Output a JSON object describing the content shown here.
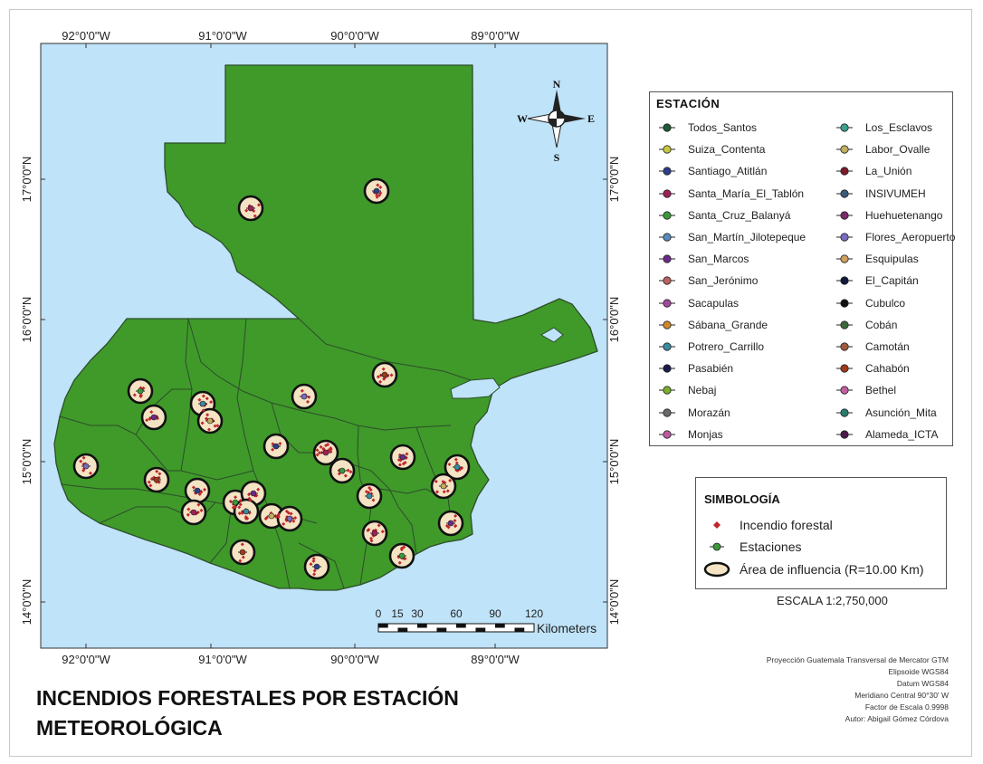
{
  "map": {
    "grid_top_labels": [
      "92°0'0\"W",
      "91°0'0\"W",
      "90°0'0\"W",
      "89°0'0\"W"
    ],
    "grid_bottom_labels": [
      "92°0'0\"W",
      "91°0'0\"W",
      "90°0'0\"W",
      "89°0'0\"W"
    ],
    "grid_left_labels": [
      "17°0'0\"N",
      "16°0'0\"N",
      "15°0'0\"N",
      "14°0'0\"N"
    ],
    "grid_right_labels": [
      "17°0'0\"N",
      "16°0'0\"N",
      "15°0'0\"N",
      "14°0'0\"N"
    ],
    "north_arrow": {
      "n": "N",
      "s": "S",
      "e": "E",
      "w": "W"
    },
    "scalebar": {
      "ticks": [
        "0",
        "15",
        "30",
        "60",
        "90",
        "120"
      ],
      "unit": "Kilometers"
    },
    "colors": {
      "ocean": "#bfe3f8",
      "land": "#3f9a2a",
      "border": "#2e4d2a",
      "buffer_fill": "#f4e4c4",
      "fire": "#c0262e"
    }
  },
  "legend": {
    "title": "ESTACIÓN",
    "left": [
      {
        "label": "Todos_Santos",
        "color": "#1f5a3a"
      },
      {
        "label": "Suiza_Contenta",
        "color": "#c8c83a"
      },
      {
        "label": "Santiago_Atitlán",
        "color": "#2c3e8a"
      },
      {
        "label": "Santa_María_El_Tablón",
        "color": "#a0205a"
      },
      {
        "label": "Santa_Cruz_Balanyá",
        "color": "#3a9a3a"
      },
      {
        "label": "San_Martín_Jilotepeque",
        "color": "#5a8ac0"
      },
      {
        "label": "San_Marcos",
        "color": "#6a2a8a"
      },
      {
        "label": "San_Jerónimo",
        "color": "#c06060"
      },
      {
        "label": "Sacapulas",
        "color": "#a04aa0"
      },
      {
        "label": "Sábana_Grande",
        "color": "#d08a2a"
      },
      {
        "label": "Potrero_Carrillo",
        "color": "#3a8aa0"
      },
      {
        "label": "Pasabién",
        "color": "#1a1a4a"
      },
      {
        "label": "Nebaj",
        "color": "#7ab02a"
      },
      {
        "label": "Morazán",
        "color": "#6a6a6a"
      },
      {
        "label": "Monjas",
        "color": "#c05aa0"
      }
    ],
    "right": [
      {
        "label": "Los_Esclavos",
        "color": "#3aa090"
      },
      {
        "label": "Labor_Ovalle",
        "color": "#c0b060"
      },
      {
        "label": "La_Unión",
        "color": "#7a1a2a"
      },
      {
        "label": "INSIVUMEH",
        "color": "#3a5a7a"
      },
      {
        "label": "Huehuetenango",
        "color": "#7a2a6a"
      },
      {
        "label": "Flores_Aeropuerto",
        "color": "#7a6ac0"
      },
      {
        "label": "Esquipulas",
        "color": "#d0a060"
      },
      {
        "label": "El_Capitán",
        "color": "#101a3a"
      },
      {
        "label": "Cubulco",
        "color": "#101010"
      },
      {
        "label": "Cobán",
        "color": "#3a6a3a"
      },
      {
        "label": "Camotán",
        "color": "#a05a3a"
      },
      {
        "label": "Cahabón",
        "color": "#a03a1a"
      },
      {
        "label": "Bethel",
        "color": "#c060a0"
      },
      {
        "label": "Asunción_Mita",
        "color": "#2a7a6a"
      },
      {
        "label": "Alameda_ICTA",
        "color": "#4a1a4a"
      }
    ]
  },
  "symbology": {
    "title": "SIMBOLOGÍA",
    "fire_label": "Incendio forestal",
    "station_label": "Estaciones",
    "buffer_label": "Área de influencia (R=10.00 Km)"
  },
  "scale_text": "ESCALA 1:2,750,000",
  "credits": [
    "Proyección Guatemala Transversal de Mercator GTM",
    "Elipsoide WGS84",
    "Datum WGS84",
    "Meridiano Central 90°30' W",
    "Factor de Escala 0.9998",
    "Autor: Abigail Gómez Córdova"
  ],
  "title_lines": [
    "INCENDIOS FORESTALES POR ESTACIÓN",
    "METEOROLÓGICA"
  ]
}
